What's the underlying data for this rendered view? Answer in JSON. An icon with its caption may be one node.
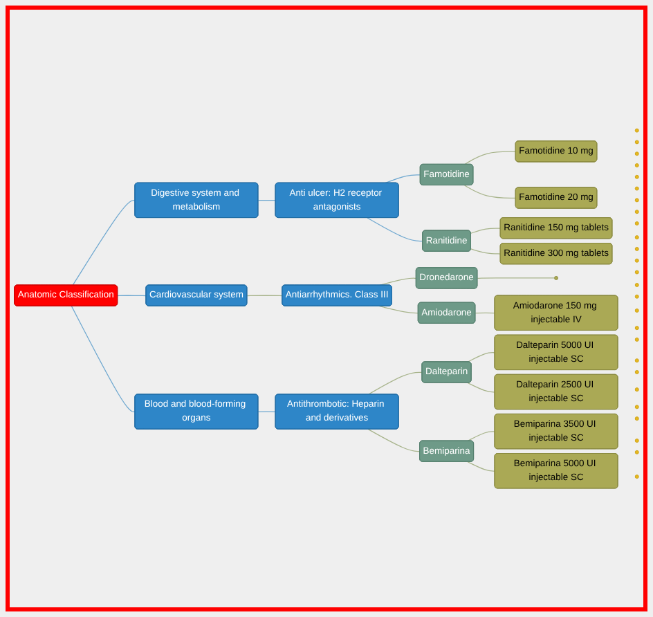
{
  "diagram": {
    "nodes": [
      {
        "text": [
          "Anatomic Classification"
        ]
      },
      {
        "text": [
          "Digestive system and metabolism"
        ]
      },
      {
        "text": [
          "Anti ulcer: H2 receptor antagonists"
        ]
      },
      {
        "text": [
          "Famotidine"
        ]
      },
      {
        "text": [
          "Famotidine 10 mg"
        ]
      },
      {
        "text": [
          "Famotidine 20 mg"
        ]
      },
      {
        "text": [
          "Ranitidine"
        ]
      },
      {
        "text": [
          "Ranitidine 150 mg tablets"
        ]
      },
      {
        "text": [
          "Ranitidine 300 mg tablets"
        ]
      },
      {
        "text": [
          "Cardiovascular system"
        ]
      },
      {
        "text": [
          "Antiarrhythmics. Class III"
        ]
      },
      {
        "text": [
          "Dronedarone"
        ]
      },
      {
        "text": [],
        "shape": "circle"
      },
      {
        "text": [
          "Amiodarone"
        ]
      },
      {
        "text": [
          "Amiodarone 150 mg injectable IV"
        ]
      },
      {
        "text": [
          "Blood and blood-forming organs"
        ]
      },
      {
        "text": [
          "Antithrombotic: Heparin and derivatives"
        ]
      },
      {
        "text": [
          "Dalteparin"
        ]
      },
      {
        "text": [
          "Dalteparin 5000 UI injectable SC"
        ]
      },
      {
        "text": [
          "Dalteparin 2500 UI injectable SC"
        ]
      },
      {
        "text": [
          "Bemiparina"
        ]
      },
      {
        "text": [
          "Bemiparina 3500 UI injectable SC"
        ]
      },
      {
        "text": [
          "Bemiparina 5000 UI injectable SC"
        ]
      },
      {
        "text": [],
        "shape": "circle"
      },
      {
        "text": [],
        "shape": "circle"
      },
      {
        "text": [],
        "shape": "circle"
      },
      {
        "text": [],
        "shape": "circle"
      },
      {
        "text": [],
        "shape": "circle"
      },
      {
        "text": [],
        "shape": "circle"
      },
      {
        "text": [],
        "shape": "circle"
      },
      {
        "text": [],
        "shape": "circle"
      },
      {
        "text": [],
        "shape": "circle"
      },
      {
        "text": [],
        "shape": "circle"
      },
      {
        "text": [],
        "shape": "circle"
      },
      {
        "text": [],
        "shape": "circle"
      },
      {
        "text": [],
        "shape": "circle"
      },
      {
        "text": [],
        "shape": "circle"
      },
      {
        "text": [],
        "shape": "circle"
      },
      {
        "text": [],
        "shape": "circle"
      },
      {
        "text": [],
        "shape": "circle"
      },
      {
        "text": [],
        "shape": "circle"
      },
      {
        "text": [],
        "shape": "circle"
      },
      {
        "text": [],
        "shape": "circle"
      },
      {
        "text": [],
        "shape": "circle"
      },
      {
        "text": [],
        "shape": "circle"
      },
      {
        "text": [],
        "shape": "circle"
      },
      {
        "text": [],
        "shape": "circle"
      },
      {
        "text": [],
        "shape": "circle"
      },
      {
        "text": [],
        "shape": "circle"
      }
    ],
    "edges": [
      {
        "from": 0,
        "to": 1,
        "arrow": "none",
        "color": "#6fa8d0"
      },
      {
        "from": 1,
        "to": 2,
        "arrow": "none",
        "color": "#6fa8d0"
      },
      {
        "from": 2,
        "to": 3,
        "arrow": "none",
        "color": "#6fa8d0"
      },
      {
        "from": 3,
        "to": 4,
        "arrow": "none"
      },
      {
        "from": 3,
        "to": 5,
        "arrow": "none"
      },
      {
        "from": 2,
        "to": 6,
        "arrow": "none",
        "color": "#6fa8d0"
      },
      {
        "from": 6,
        "to": 7,
        "arrow": "none"
      },
      {
        "from": 6,
        "to": 8,
        "arrow": "none"
      },
      {
        "from": 0,
        "to": 9,
        "arrow": "none",
        "color": "#6fa8d0"
      },
      {
        "from": 9,
        "to": 10,
        "arrow": "none"
      },
      {
        "from": 10,
        "to": 11,
        "arrow": "none"
      },
      {
        "from": 11,
        "to": 12,
        "arrow": "none"
      },
      {
        "from": 10,
        "to": 13,
        "arrow": "none"
      },
      {
        "from": 13,
        "to": 14,
        "arrow": "none"
      },
      {
        "from": 0,
        "to": 15,
        "arrow": "none",
        "color": "#6fa8d0"
      },
      {
        "from": 15,
        "to": 16,
        "arrow": "none",
        "color": "#6fa8d0"
      },
      {
        "from": 16,
        "to": 17,
        "arrow": "none"
      },
      {
        "from": 17,
        "to": 18,
        "arrow": "none"
      },
      {
        "from": 17,
        "to": 19,
        "arrow": "none"
      },
      {
        "from": 16,
        "to": 20,
        "arrow": "none"
      },
      {
        "from": 20,
        "to": 21,
        "arrow": "none"
      },
      {
        "from": 20,
        "to": 22,
        "arrow": "none"
      }
    ]
  }
}
